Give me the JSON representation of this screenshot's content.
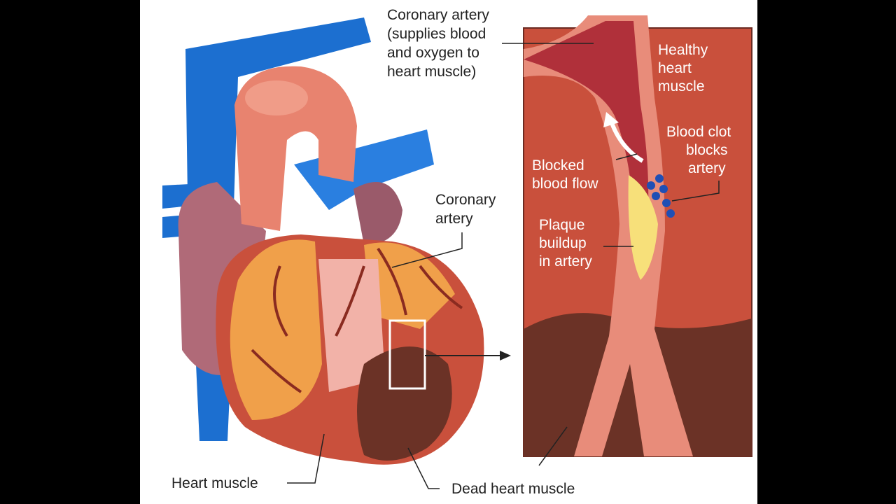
{
  "labels": {
    "coronary_artery_top": [
      "Coronary artery",
      "(supplies blood",
      "and oxygen to",
      "heart muscle)"
    ],
    "healthy_muscle": [
      "Healthy",
      "heart",
      "muscle"
    ],
    "blood_clot": [
      "Blood clot",
      "blocks",
      "artery"
    ],
    "blocked_flow": [
      "Blocked",
      "blood flow"
    ],
    "coronary_artery_mid": [
      "Coronary",
      "artery"
    ],
    "plaque": [
      "Plaque",
      "buildup",
      "in artery"
    ],
    "heart_muscle": "Heart muscle",
    "dead_muscle": "Dead heart muscle"
  },
  "colors": {
    "vein_blue": "#1c6fd0",
    "aorta_pink": "#e8836f",
    "heart_orange": "#f0a04a",
    "muscle_red": "#c9503c",
    "dead_brown": "#6b3226",
    "plaque_yellow": "#f7e07a",
    "clot_blue": "#1f4fb5"
  }
}
